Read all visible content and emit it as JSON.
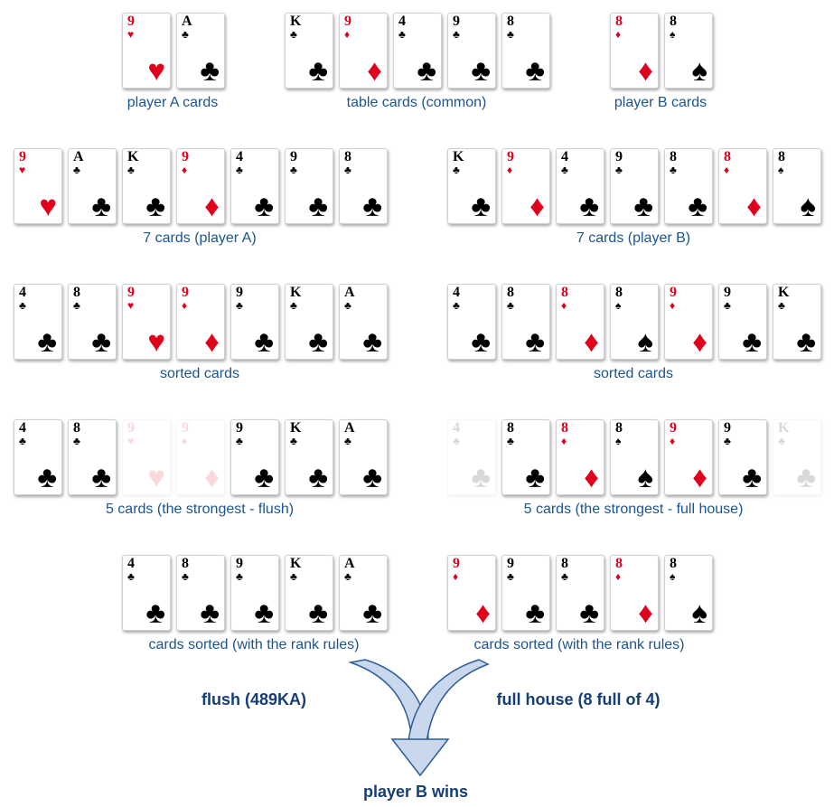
{
  "colors": {
    "red_suit": "#e0001b",
    "black_suit": "#000000",
    "label": "#1a5494",
    "result": "#153d77",
    "arrow_fill": "#c9d8ec",
    "arrow_stroke": "#2e5b9a"
  },
  "suits": {
    "hearts": "♥",
    "diamonds": "♦",
    "clubs": "♣",
    "spades": "♠"
  },
  "groups": [
    {
      "id": "player-a-cards",
      "label": "player A cards",
      "cards": [
        {
          "rank": "9",
          "suit": "hearts"
        },
        {
          "rank": "A",
          "suit": "clubs"
        }
      ]
    },
    {
      "id": "table-cards",
      "label": "table cards (common)",
      "cards": [
        {
          "rank": "K",
          "suit": "clubs"
        },
        {
          "rank": "9",
          "suit": "diamonds"
        },
        {
          "rank": "4",
          "suit": "clubs"
        },
        {
          "rank": "9",
          "suit": "clubs"
        },
        {
          "rank": "8",
          "suit": "clubs"
        }
      ]
    },
    {
      "id": "player-b-cards",
      "label": "player B cards",
      "cards": [
        {
          "rank": "8",
          "suit": "diamonds"
        },
        {
          "rank": "8",
          "suit": "spades"
        }
      ]
    },
    {
      "id": "seven-cards-a",
      "label": "7 cards (player A)",
      "cards": [
        {
          "rank": "9",
          "suit": "hearts"
        },
        {
          "rank": "A",
          "suit": "clubs"
        },
        {
          "rank": "K",
          "suit": "clubs"
        },
        {
          "rank": "9",
          "suit": "diamonds"
        },
        {
          "rank": "4",
          "suit": "clubs"
        },
        {
          "rank": "9",
          "suit": "clubs"
        },
        {
          "rank": "8",
          "suit": "clubs"
        }
      ]
    },
    {
      "id": "seven-cards-b",
      "label": "7 cards (player B)",
      "cards": [
        {
          "rank": "K",
          "suit": "clubs"
        },
        {
          "rank": "9",
          "suit": "diamonds"
        },
        {
          "rank": "4",
          "suit": "clubs"
        },
        {
          "rank": "9",
          "suit": "clubs"
        },
        {
          "rank": "8",
          "suit": "clubs"
        },
        {
          "rank": "8",
          "suit": "diamonds"
        },
        {
          "rank": "8",
          "suit": "spades"
        }
      ]
    },
    {
      "id": "sorted-a",
      "label": "sorted cards",
      "cards": [
        {
          "rank": "4",
          "suit": "clubs"
        },
        {
          "rank": "8",
          "suit": "clubs"
        },
        {
          "rank": "9",
          "suit": "hearts"
        },
        {
          "rank": "9",
          "suit": "diamonds"
        },
        {
          "rank": "9",
          "suit": "clubs"
        },
        {
          "rank": "K",
          "suit": "clubs"
        },
        {
          "rank": "A",
          "suit": "clubs"
        }
      ]
    },
    {
      "id": "sorted-b",
      "label": "sorted cards",
      "cards": [
        {
          "rank": "4",
          "suit": "clubs"
        },
        {
          "rank": "8",
          "suit": "clubs"
        },
        {
          "rank": "8",
          "suit": "diamonds"
        },
        {
          "rank": "8",
          "suit": "spades"
        },
        {
          "rank": "9",
          "suit": "diamonds"
        },
        {
          "rank": "9",
          "suit": "clubs"
        },
        {
          "rank": "K",
          "suit": "clubs"
        }
      ]
    },
    {
      "id": "strongest-a",
      "label": "5 cards (the strongest - flush)",
      "cards": [
        {
          "rank": "4",
          "suit": "clubs"
        },
        {
          "rank": "8",
          "suit": "clubs"
        },
        {
          "rank": "9",
          "suit": "hearts",
          "faded": true
        },
        {
          "rank": "9",
          "suit": "diamonds",
          "faded": true
        },
        {
          "rank": "9",
          "suit": "clubs"
        },
        {
          "rank": "K",
          "suit": "clubs"
        },
        {
          "rank": "A",
          "suit": "clubs"
        }
      ]
    },
    {
      "id": "strongest-b",
      "label": "5 cards (the strongest - full house)",
      "cards": [
        {
          "rank": "4",
          "suit": "clubs",
          "faded": true
        },
        {
          "rank": "8",
          "suit": "clubs"
        },
        {
          "rank": "8",
          "suit": "diamonds"
        },
        {
          "rank": "8",
          "suit": "spades"
        },
        {
          "rank": "9",
          "suit": "diamonds"
        },
        {
          "rank": "9",
          "suit": "clubs"
        },
        {
          "rank": "K",
          "suit": "clubs",
          "faded": true
        }
      ]
    },
    {
      "id": "rank-sorted-a",
      "label": "cards sorted (with the rank rules)",
      "cards": [
        {
          "rank": "4",
          "suit": "clubs"
        },
        {
          "rank": "8",
          "suit": "clubs"
        },
        {
          "rank": "9",
          "suit": "clubs"
        },
        {
          "rank": "K",
          "suit": "clubs"
        },
        {
          "rank": "A",
          "suit": "clubs"
        }
      ]
    },
    {
      "id": "rank-sorted-b",
      "label": "cards sorted (with the rank rules)",
      "cards": [
        {
          "rank": "9",
          "suit": "diamonds"
        },
        {
          "rank": "9",
          "suit": "clubs"
        },
        {
          "rank": "8",
          "suit": "clubs"
        },
        {
          "rank": "8",
          "suit": "diamonds"
        },
        {
          "rank": "8",
          "suit": "spades"
        }
      ]
    }
  ],
  "results": {
    "hand_a": "flush (489KA)",
    "hand_b": "full house (8 full of 4)",
    "winner": "player B wins"
  }
}
